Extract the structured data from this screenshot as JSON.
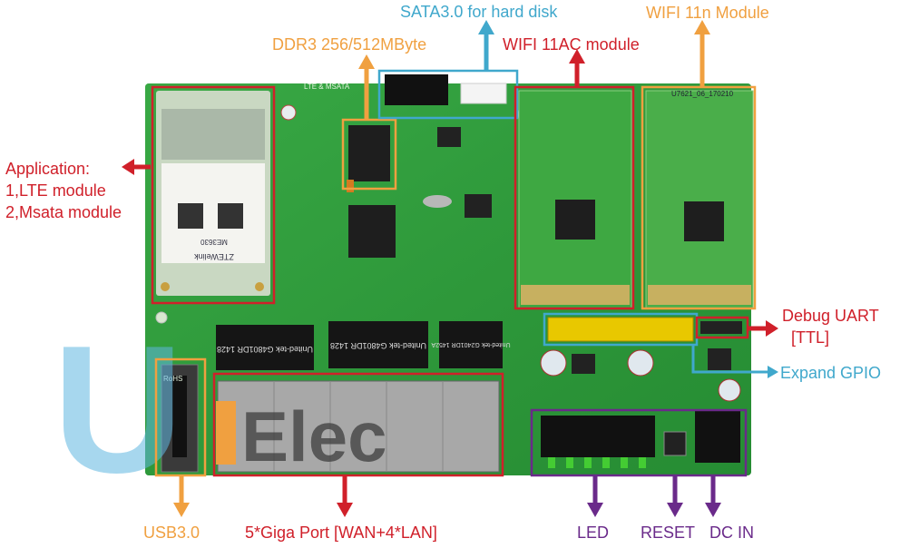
{
  "colors": {
    "board": "#2f9e3c",
    "board_dark": "#1f7a2c",
    "red": "#d0202a",
    "orange": "#f0a040",
    "blue": "#40a8cc",
    "purple": "#6a2a8a"
  },
  "labels": {
    "sata": "SATA3.0 for hard disk",
    "ddr3": "DDR3 256/512MByte",
    "wifi_ac": "WIFI 11AC module",
    "wifi_n": "WIFI 11n Module",
    "application_title": "Application:",
    "application_lte": "1,LTE module",
    "application_msata": "2,Msata module",
    "debug_uart_title": "Debug UART",
    "debug_uart_sub": "[TTL]",
    "expand_gpio": "Expand GPIO",
    "usb": "USB3.0",
    "giga_port": "5*Giga Port [WAN+4*LAN]",
    "led": "LED",
    "reset": "RESET",
    "dc_in": "DC IN"
  },
  "board_text": {
    "lte_msata_silk": "LTE & MSATA",
    "lte_card_brand": "ZTEWelink",
    "lte_card_model": "ME3630",
    "wifi_n_silk": "U7621_06_170210",
    "magnetics_1": "United-tek G4801DR 1428",
    "magnetics_2": "United-tek G4801DR 1428",
    "magnetics_3": "United-tek G2401DR 1452A",
    "rohs": "RoHS"
  },
  "watermark": {
    "letter": "U",
    "text": "Elec"
  }
}
